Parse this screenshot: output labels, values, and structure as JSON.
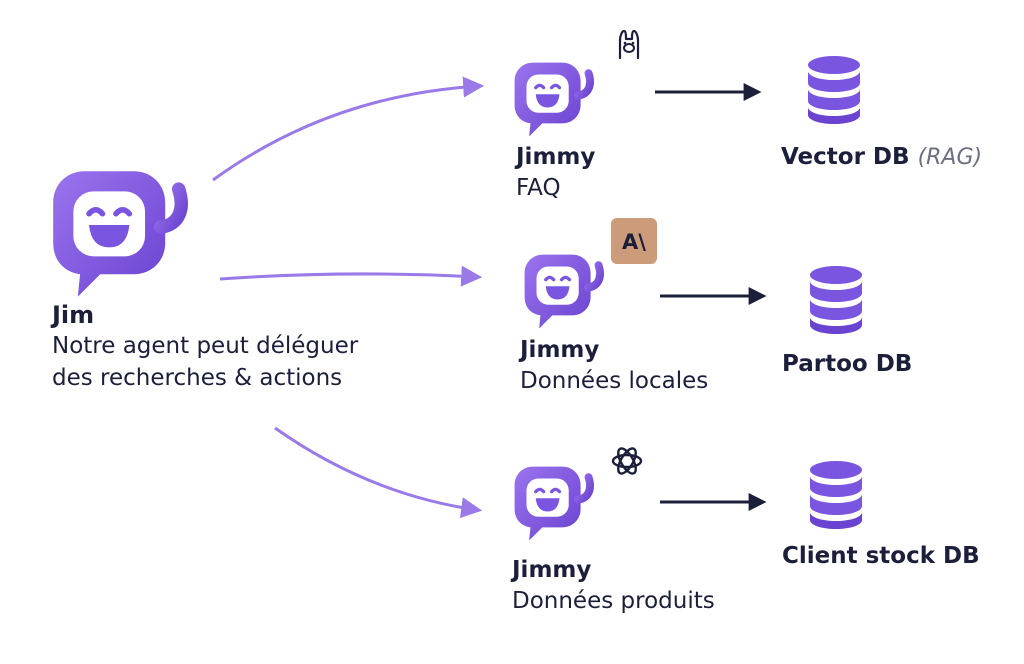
{
  "colors": {
    "accent": "#8a63e6",
    "accent_dark": "#6a43d0",
    "arrow_purple": "#9a7ae8",
    "arrow_dark": "#1c1f3a",
    "text": "#1c1f3a",
    "anthropic_badge": "#cc9b7a"
  },
  "jim": {
    "name": "Jim",
    "description": "Notre agent peut déléguer des recherches & actions",
    "icon": "chat-robot-icon"
  },
  "agents": [
    {
      "name": "Jimmy",
      "subtitle": "FAQ",
      "model_icon": "llama-icon"
    },
    {
      "name": "Jimmy",
      "subtitle": "Données locales",
      "model_icon": "anthropic-icon",
      "model_icon_text": "A\\"
    },
    {
      "name": "Jimmy",
      "subtitle": "Données produits",
      "model_icon": "openai-icon"
    }
  ],
  "databases": [
    {
      "label": "Vector DB",
      "extra": "(RAG)",
      "icon": "database-icon"
    },
    {
      "label": "Partoo DB",
      "extra": "",
      "icon": "database-icon"
    },
    {
      "label": "Client stock DB",
      "extra": "",
      "icon": "database-icon"
    }
  ]
}
